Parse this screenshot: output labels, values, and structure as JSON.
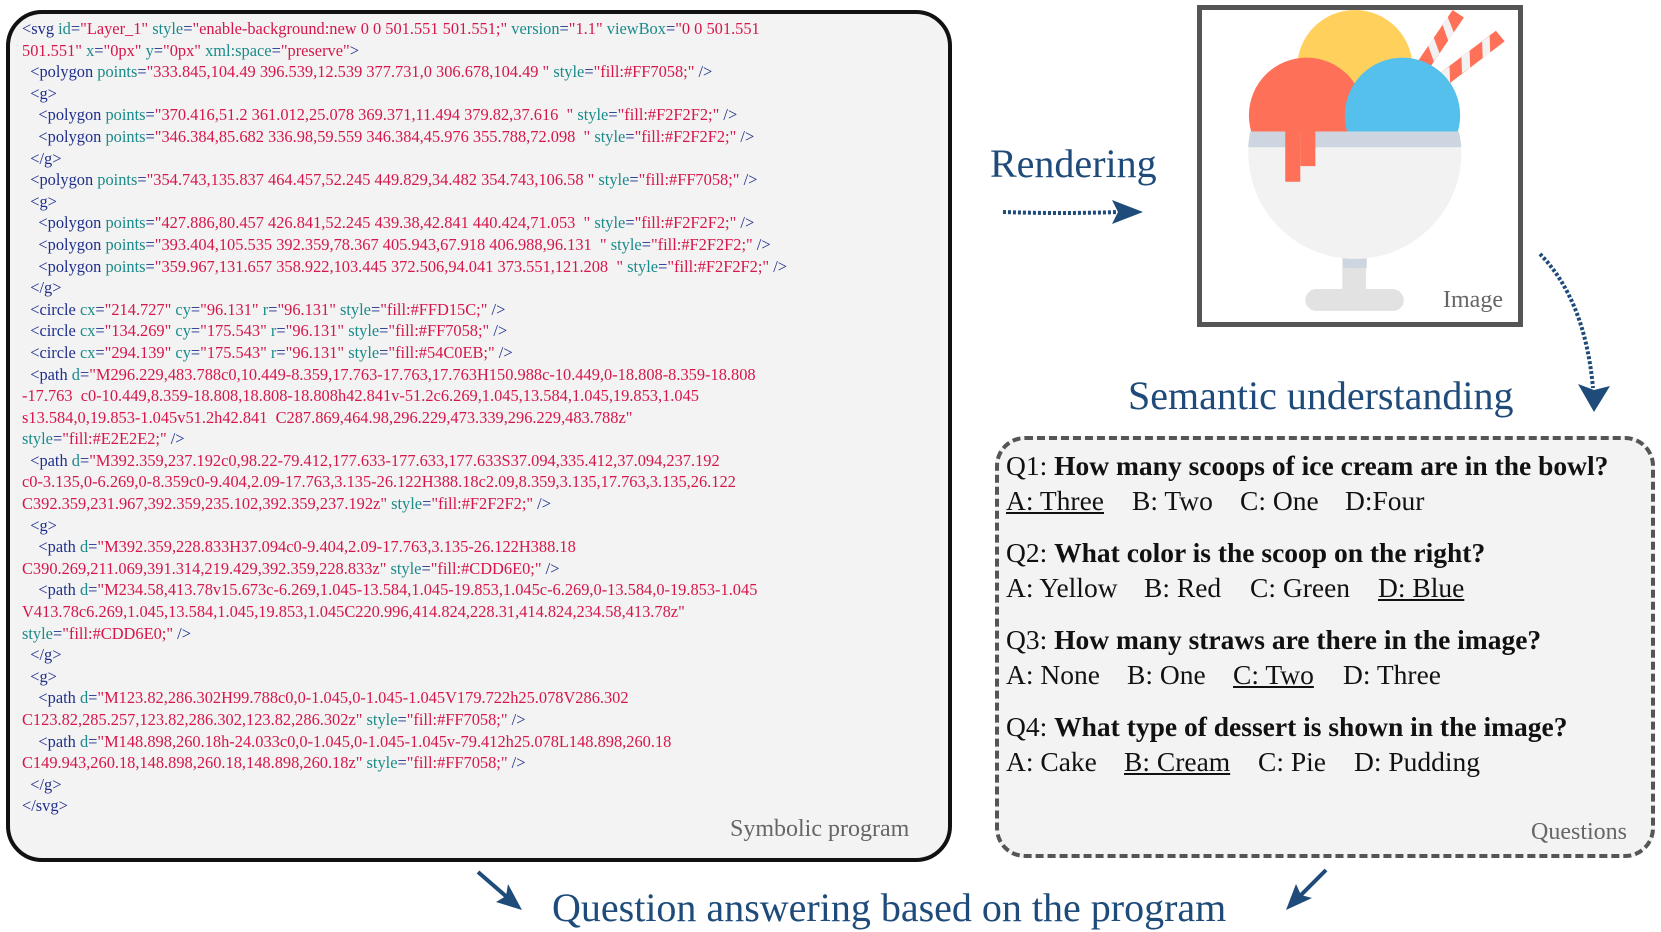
{
  "code_box": {
    "caption": "Symbolic program",
    "lines": [
      [
        [
          "tag",
          "<svg "
        ],
        [
          "attr",
          "id"
        ],
        [
          "tag",
          "="
        ],
        [
          "val",
          "\"Layer_1\""
        ],
        [
          "attr",
          " style"
        ],
        [
          "tag",
          "="
        ],
        [
          "val",
          "\"enable-background:new 0 0 501.551 501.551;\""
        ],
        [
          "attr",
          " version"
        ],
        [
          "tag",
          "="
        ],
        [
          "val",
          "\"1.1\""
        ],
        [
          "attr",
          " viewBox"
        ],
        [
          "tag",
          "="
        ],
        [
          "val",
          "\"0 0 501.551"
        ]
      ],
      [
        [
          "val",
          "501.551\""
        ],
        [
          "attr",
          " x"
        ],
        [
          "tag",
          "="
        ],
        [
          "val",
          "\"0px\""
        ],
        [
          "attr",
          " y"
        ],
        [
          "tag",
          "="
        ],
        [
          "val",
          "\"0px\""
        ],
        [
          "attr",
          " xml:space"
        ],
        [
          "tag",
          "="
        ],
        [
          "val",
          "\"preserve\""
        ],
        [
          "tag",
          ">"
        ]
      ],
      [
        [
          "tag",
          "  <polygon "
        ],
        [
          "attr",
          "points"
        ],
        [
          "tag",
          "="
        ],
        [
          "val",
          "\"333.845,104.49 396.539,12.539 377.731,0 306.678,104.49 \""
        ],
        [
          "attr",
          " style"
        ],
        [
          "tag",
          "="
        ],
        [
          "val",
          "\"fill:#FF7058;\""
        ],
        [
          "tag",
          " />"
        ]
      ],
      [
        [
          "tag",
          "  <g>"
        ]
      ],
      [
        [
          "tag",
          "    <polygon "
        ],
        [
          "attr",
          "points"
        ],
        [
          "tag",
          "="
        ],
        [
          "val",
          "\"370.416,51.2 361.012,25.078 369.371,11.494 379.82,37.616  \""
        ],
        [
          "attr",
          " style"
        ],
        [
          "tag",
          "="
        ],
        [
          "val",
          "\"fill:#F2F2F2;\""
        ],
        [
          "tag",
          " />"
        ]
      ],
      [
        [
          "tag",
          "    <polygon "
        ],
        [
          "attr",
          "points"
        ],
        [
          "tag",
          "="
        ],
        [
          "val",
          "\"346.384,85.682 336.98,59.559 346.384,45.976 355.788,72.098  \""
        ],
        [
          "attr",
          " style"
        ],
        [
          "tag",
          "="
        ],
        [
          "val",
          "\"fill:#F2F2F2;\""
        ],
        [
          "tag",
          " />"
        ]
      ],
      [
        [
          "tag",
          "  </g>"
        ]
      ],
      [
        [
          "tag",
          "  <polygon "
        ],
        [
          "attr",
          "points"
        ],
        [
          "tag",
          "="
        ],
        [
          "val",
          "\"354.743,135.837 464.457,52.245 449.829,34.482 354.743,106.58 \""
        ],
        [
          "attr",
          " style"
        ],
        [
          "tag",
          "="
        ],
        [
          "val",
          "\"fill:#FF7058;\""
        ],
        [
          "tag",
          " />"
        ]
      ],
      [
        [
          "tag",
          "  <g>"
        ]
      ],
      [
        [
          "tag",
          "    <polygon "
        ],
        [
          "attr",
          "points"
        ],
        [
          "tag",
          "="
        ],
        [
          "val",
          "\"427.886,80.457 426.841,52.245 439.38,42.841 440.424,71.053  \""
        ],
        [
          "attr",
          " style"
        ],
        [
          "tag",
          "="
        ],
        [
          "val",
          "\"fill:#F2F2F2;\""
        ],
        [
          "tag",
          " />"
        ]
      ],
      [
        [
          "tag",
          "    <polygon "
        ],
        [
          "attr",
          "points"
        ],
        [
          "tag",
          "="
        ],
        [
          "val",
          "\"393.404,105.535 392.359,78.367 405.943,67.918 406.988,96.131  \""
        ],
        [
          "attr",
          " style"
        ],
        [
          "tag",
          "="
        ],
        [
          "val",
          "\"fill:#F2F2F2;\""
        ],
        [
          "tag",
          " />"
        ]
      ],
      [
        [
          "tag",
          "    <polygon "
        ],
        [
          "attr",
          "points"
        ],
        [
          "tag",
          "="
        ],
        [
          "val",
          "\"359.967,131.657 358.922,103.445 372.506,94.041 373.551,121.208  \""
        ],
        [
          "attr",
          " style"
        ],
        [
          "tag",
          "="
        ],
        [
          "val",
          "\"fill:#F2F2F2;\""
        ],
        [
          "tag",
          " />"
        ]
      ],
      [
        [
          "tag",
          "  </g>"
        ]
      ],
      [
        [
          "tag",
          "  <circle "
        ],
        [
          "attr",
          "cx"
        ],
        [
          "tag",
          "="
        ],
        [
          "val",
          "\"214.727\""
        ],
        [
          "attr",
          " cy"
        ],
        [
          "tag",
          "="
        ],
        [
          "val",
          "\"96.131\""
        ],
        [
          "attr",
          " r"
        ],
        [
          "tag",
          "="
        ],
        [
          "val",
          "\"96.131\""
        ],
        [
          "attr",
          " style"
        ],
        [
          "tag",
          "="
        ],
        [
          "val",
          "\"fill:#FFD15C;\""
        ],
        [
          "tag",
          " />"
        ]
      ],
      [
        [
          "tag",
          "  <circle "
        ],
        [
          "attr",
          "cx"
        ],
        [
          "tag",
          "="
        ],
        [
          "val",
          "\"134.269\""
        ],
        [
          "attr",
          " cy"
        ],
        [
          "tag",
          "="
        ],
        [
          "val",
          "\"175.543\""
        ],
        [
          "attr",
          " r"
        ],
        [
          "tag",
          "="
        ],
        [
          "val",
          "\"96.131\""
        ],
        [
          "attr",
          " style"
        ],
        [
          "tag",
          "="
        ],
        [
          "val",
          "\"fill:#FF7058;\""
        ],
        [
          "tag",
          " />"
        ]
      ],
      [
        [
          "tag",
          "  <circle "
        ],
        [
          "attr",
          "cx"
        ],
        [
          "tag",
          "="
        ],
        [
          "val",
          "\"294.139\""
        ],
        [
          "attr",
          " cy"
        ],
        [
          "tag",
          "="
        ],
        [
          "val",
          "\"175.543\""
        ],
        [
          "attr",
          " r"
        ],
        [
          "tag",
          "="
        ],
        [
          "val",
          "\"96.131\""
        ],
        [
          "attr",
          " style"
        ],
        [
          "tag",
          "="
        ],
        [
          "val",
          "\"fill:#54C0EB;\""
        ],
        [
          "tag",
          " />"
        ]
      ],
      [
        [
          "tag",
          "  <path "
        ],
        [
          "attr",
          "d"
        ],
        [
          "tag",
          "="
        ],
        [
          "val",
          "\"M296.229,483.788c0,10.449-8.359,17.763-17.763,17.763H150.988c-10.449,0-18.808-8.359-18.808"
        ]
      ],
      [
        [
          "val",
          "-17.763  c0-10.449,8.359-18.808,18.808-18.808h42.841v-51.2c6.269,1.045,13.584,1.045,19.853,1.045"
        ]
      ],
      [
        [
          "val",
          "s13.584,0,19.853-1.045v51.2h42.841  C287.869,464.98,296.229,473.339,296.229,483.788z\""
        ]
      ],
      [
        [
          "attr",
          "style"
        ],
        [
          "tag",
          "="
        ],
        [
          "val",
          "\"fill:#E2E2E2;\""
        ],
        [
          "tag",
          " />"
        ]
      ],
      [
        [
          "tag",
          "  <path "
        ],
        [
          "attr",
          "d"
        ],
        [
          "tag",
          "="
        ],
        [
          "val",
          "\"M392.359,237.192c0,98.22-79.412,177.633-177.633,177.633S37.094,335.412,37.094,237.192"
        ]
      ],
      [
        [
          "val",
          "c0-3.135,0-6.269,0-8.359c0-9.404,2.09-17.763,3.135-26.122H388.18c2.09,8.359,3.135,17.763,3.135,26.122"
        ]
      ],
      [
        [
          "val",
          "C392.359,231.967,392.359,235.102,392.359,237.192z\""
        ],
        [
          "attr",
          " style"
        ],
        [
          "tag",
          "="
        ],
        [
          "val",
          "\"fill:#F2F2F2;\""
        ],
        [
          "tag",
          " />"
        ]
      ],
      [
        [
          "tag",
          "  <g>"
        ]
      ],
      [
        [
          "tag",
          "    <path "
        ],
        [
          "attr",
          "d"
        ],
        [
          "tag",
          "="
        ],
        [
          "val",
          "\"M392.359,228.833H37.094c0-9.404,2.09-17.763,3.135-26.122H388.18"
        ]
      ],
      [
        [
          "val",
          "C390.269,211.069,391.314,219.429,392.359,228.833z\""
        ],
        [
          "attr",
          " style"
        ],
        [
          "tag",
          "="
        ],
        [
          "val",
          "\"fill:#CDD6E0;\""
        ],
        [
          "tag",
          " />"
        ]
      ],
      [
        [
          "tag",
          "    <path "
        ],
        [
          "attr",
          "d"
        ],
        [
          "tag",
          "="
        ],
        [
          "val",
          "\"M234.58,413.78v15.673c-6.269,1.045-13.584,1.045-19.853,1.045c-6.269,0-13.584,0-19.853-1.045"
        ]
      ],
      [
        [
          "val",
          "V413.78c6.269,1.045,13.584,1.045,19.853,1.045C220.996,414.824,228.31,414.824,234.58,413.78z\""
        ]
      ],
      [
        [
          "attr",
          "style"
        ],
        [
          "tag",
          "="
        ],
        [
          "val",
          "\"fill:#CDD6E0;\""
        ],
        [
          "tag",
          " />"
        ]
      ],
      [
        [
          "tag",
          "  </g>"
        ]
      ],
      [
        [
          "tag",
          "  <g>"
        ]
      ],
      [
        [
          "tag",
          "    <path "
        ],
        [
          "attr",
          "d"
        ],
        [
          "tag",
          "="
        ],
        [
          "val",
          "\"M123.82,286.302H99.788c0,0-1.045,0-1.045-1.045V179.722h25.078V286.302"
        ]
      ],
      [
        [
          "val",
          "C123.82,285.257,123.82,286.302,123.82,286.302z\""
        ],
        [
          "attr",
          " style"
        ],
        [
          "tag",
          "="
        ],
        [
          "val",
          "\"fill:#FF7058;\""
        ],
        [
          "tag",
          " />"
        ]
      ],
      [
        [
          "tag",
          "    <path "
        ],
        [
          "attr",
          "d"
        ],
        [
          "tag",
          "="
        ],
        [
          "val",
          "\"M148.898,260.18h-24.033c0,0-1.045,0-1.045-1.045v-79.412h25.078L148.898,260.18"
        ]
      ],
      [
        [
          "val",
          "C149.943,260.18,148.898,260.18,148.898,260.18z\""
        ],
        [
          "attr",
          " style"
        ],
        [
          "tag",
          "="
        ],
        [
          "val",
          "\"fill:#FF7058;\""
        ],
        [
          "tag",
          " />"
        ]
      ],
      [
        [
          "tag",
          "  </g>"
        ]
      ],
      [
        [
          "tag",
          "</svg>"
        ]
      ]
    ]
  },
  "labels": {
    "rendering": "Rendering",
    "semantic": "Semantic understanding",
    "bottom": "Question answering based on the program",
    "image_caption": "Image",
    "questions_caption": "Questions"
  },
  "questions": [
    {
      "prefix": "Q1: ",
      "text": "How many scoops of ice cream are in the bowl?",
      "options": [
        {
          "label": "A: Three",
          "correct": true
        },
        {
          "label": "B: Two",
          "correct": false
        },
        {
          "label": "C: One",
          "correct": false
        },
        {
          "label": "D:Four",
          "correct": false
        }
      ]
    },
    {
      "prefix": "Q2: ",
      "text": "What color is the scoop on the right?",
      "options": [
        {
          "label": "A: Yellow",
          "correct": false
        },
        {
          "label": "B: Red",
          "correct": false
        },
        {
          "label": "C: Green",
          "correct": false
        },
        {
          "label": "D: Blue",
          "correct": true
        }
      ]
    },
    {
      "prefix": "Q3: ",
      "text": "How many straws are there in the image?",
      "options": [
        {
          "label": "A: None",
          "correct": false
        },
        {
          "label": "B: One",
          "correct": false
        },
        {
          "label": "C: Two",
          "correct": true
        },
        {
          "label": "D: Three",
          "correct": false
        }
      ]
    },
    {
      "prefix": "Q4: ",
      "text": "What type of dessert is shown in the image?",
      "options": [
        {
          "label": "A: Cake",
          "correct": false
        },
        {
          "label": "B: Cream",
          "correct": true
        },
        {
          "label": "C: Pie",
          "correct": false
        },
        {
          "label": "D: Pudding",
          "correct": false
        }
      ]
    }
  ],
  "colors": {
    "yellow_scoop": "#FFD15C",
    "red_scoop": "#FF7058",
    "blue_scoop": "#54C0EB",
    "bowl": "#F2F2F2",
    "rim": "#CDD6E0",
    "base": "#E2E2E2",
    "arrow": "#1e4b7a"
  }
}
